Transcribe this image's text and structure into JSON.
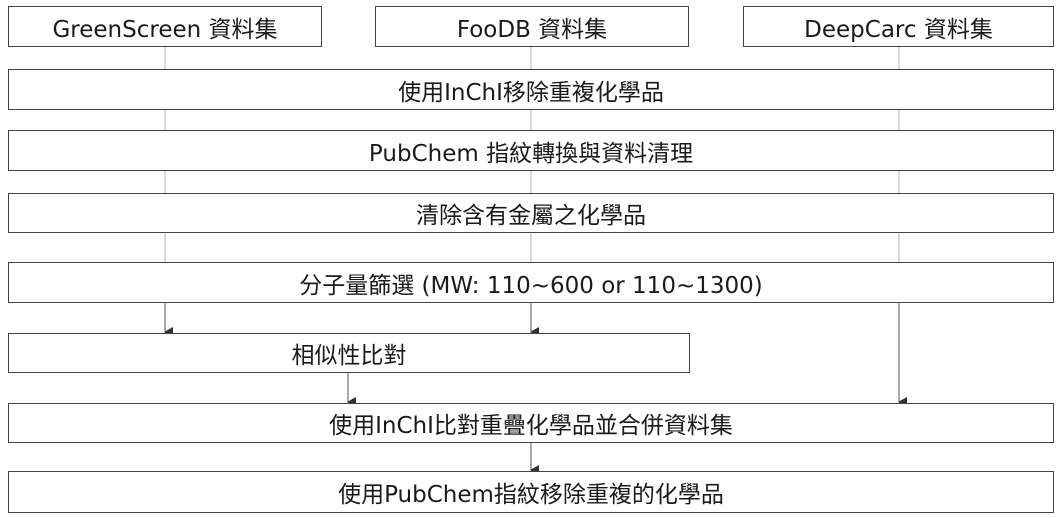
{
  "sources": {
    "greenscreen": "GreenScreen 資料集",
    "foodb": "FooDB 資料集",
    "deepcarc": "DeepCarc 資料集"
  },
  "steps": {
    "dedup_inchi": "使用InChI移除重複化學品",
    "pubchem_convert": "PubChem 指紋轉換與資料清理",
    "remove_metals": "清除含有金屬之化學品",
    "mw_filter": "分子量篩選 (MW: 110~600 or 110~1300)",
    "similarity": "相似性比對",
    "merge_inchi": "使用InChI比對重疊化學品並合併資料集",
    "dedup_pubchem": "使用PubChem指紋移除重複的化學品"
  },
  "colors": {
    "border": "#444444",
    "connector": "#b3b3b3",
    "arrow": "#555555",
    "text": "#1a1a1a"
  }
}
